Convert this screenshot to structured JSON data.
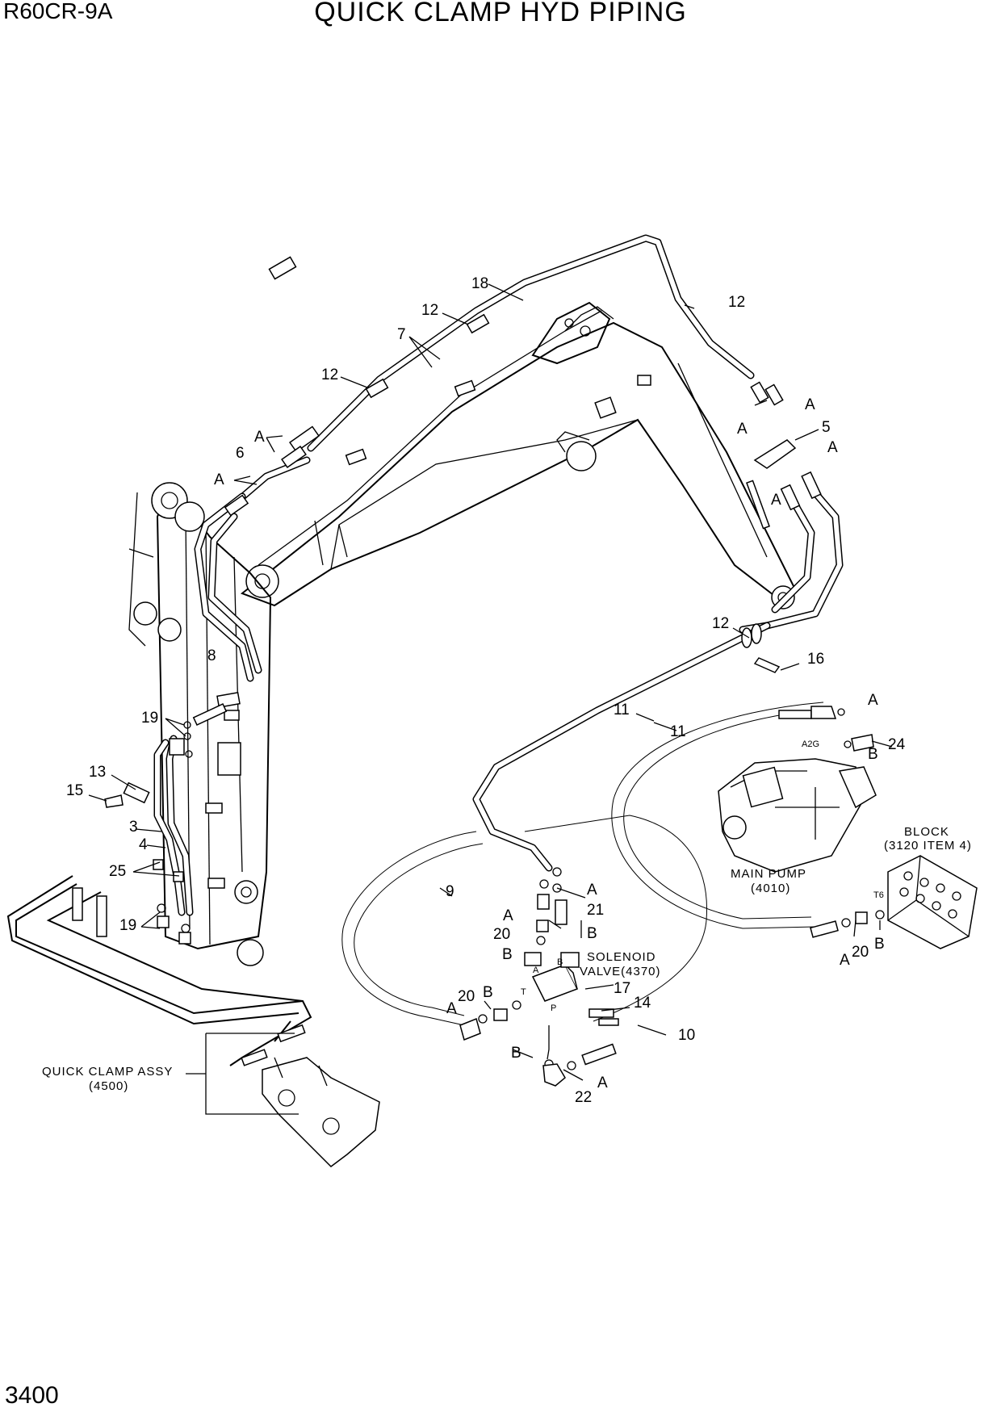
{
  "header": {
    "model": "R60CR-9A",
    "title": "QUICK CLAMP HYD PIPING"
  },
  "footer": {
    "page_number": "3400"
  },
  "labels": {
    "p3": "3",
    "p4": "4",
    "p5": "5",
    "p6": "6",
    "p7": "7",
    "p8": "8",
    "p9": "9",
    "p10": "10",
    "p11a": "11",
    "p11b": "11",
    "p12a": "12",
    "p12b": "12",
    "p12c": "12",
    "p12d": "12",
    "p13": "13",
    "p14": "14",
    "p15": "15",
    "p16": "16",
    "p17": "17",
    "p18": "18",
    "p19a": "19",
    "p19b": "19",
    "p20a": "20",
    "p20b": "20",
    "p20c": "20",
    "p21": "21",
    "p22": "22",
    "p24": "24",
    "p25": "25",
    "A": "A",
    "B": "B",
    "port_a": "A",
    "port_b": "B",
    "port_t": "T",
    "port_p": "P",
    "a2g": "A2G",
    "t6": "T6"
  },
  "callouts": {
    "solenoid_valve": [
      "SOLENOID",
      "VALVE(4370)"
    ],
    "main_pump": [
      "MAIN PUMP",
      "(4010)"
    ],
    "block": [
      "BLOCK",
      "(3120 ITEM 4)"
    ],
    "quick_clamp_assy": [
      "QUICK CLAMP ASSY",
      "(4500)"
    ]
  }
}
